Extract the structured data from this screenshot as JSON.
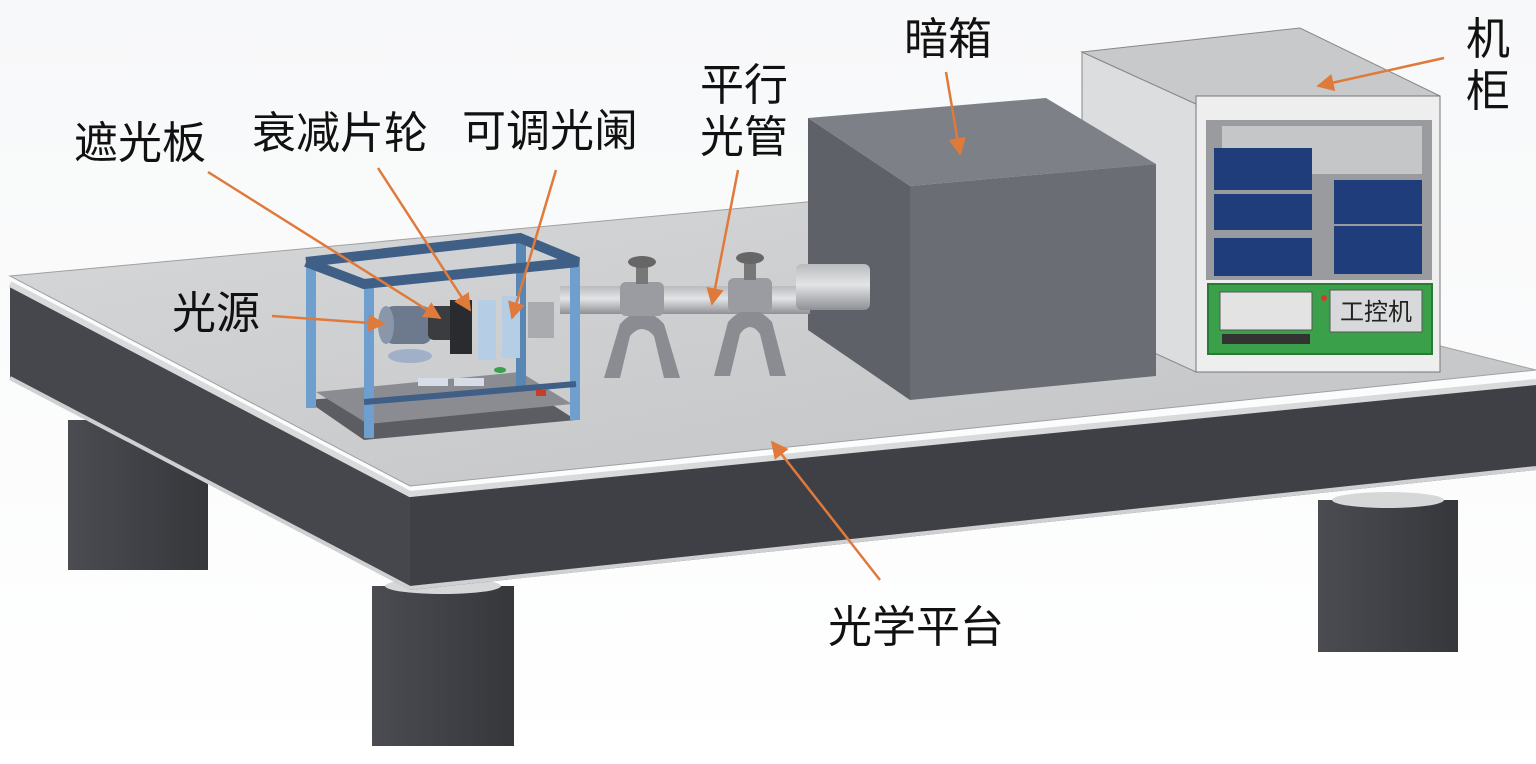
{
  "figure": {
    "labels": {
      "shutter": "遮光板",
      "attenuator_wheel": "衰减片轮",
      "adjustable_aperture": "可调光阑",
      "collimator": "平行光管",
      "darkroom": "暗箱",
      "cabinet": "机柜",
      "light_source": "光源",
      "optical_table": "光学平台",
      "ipc": "工控机"
    },
    "colors": {
      "arrow": "#e07a3a",
      "table_top": "#c8c9cb",
      "table_side": "#3e4045",
      "darkroom": "#6c6f75",
      "cabinet_front": "#ececec",
      "drawer_panel": "#1f3d7a",
      "ipc_panel": "#3aa14a"
    }
  }
}
